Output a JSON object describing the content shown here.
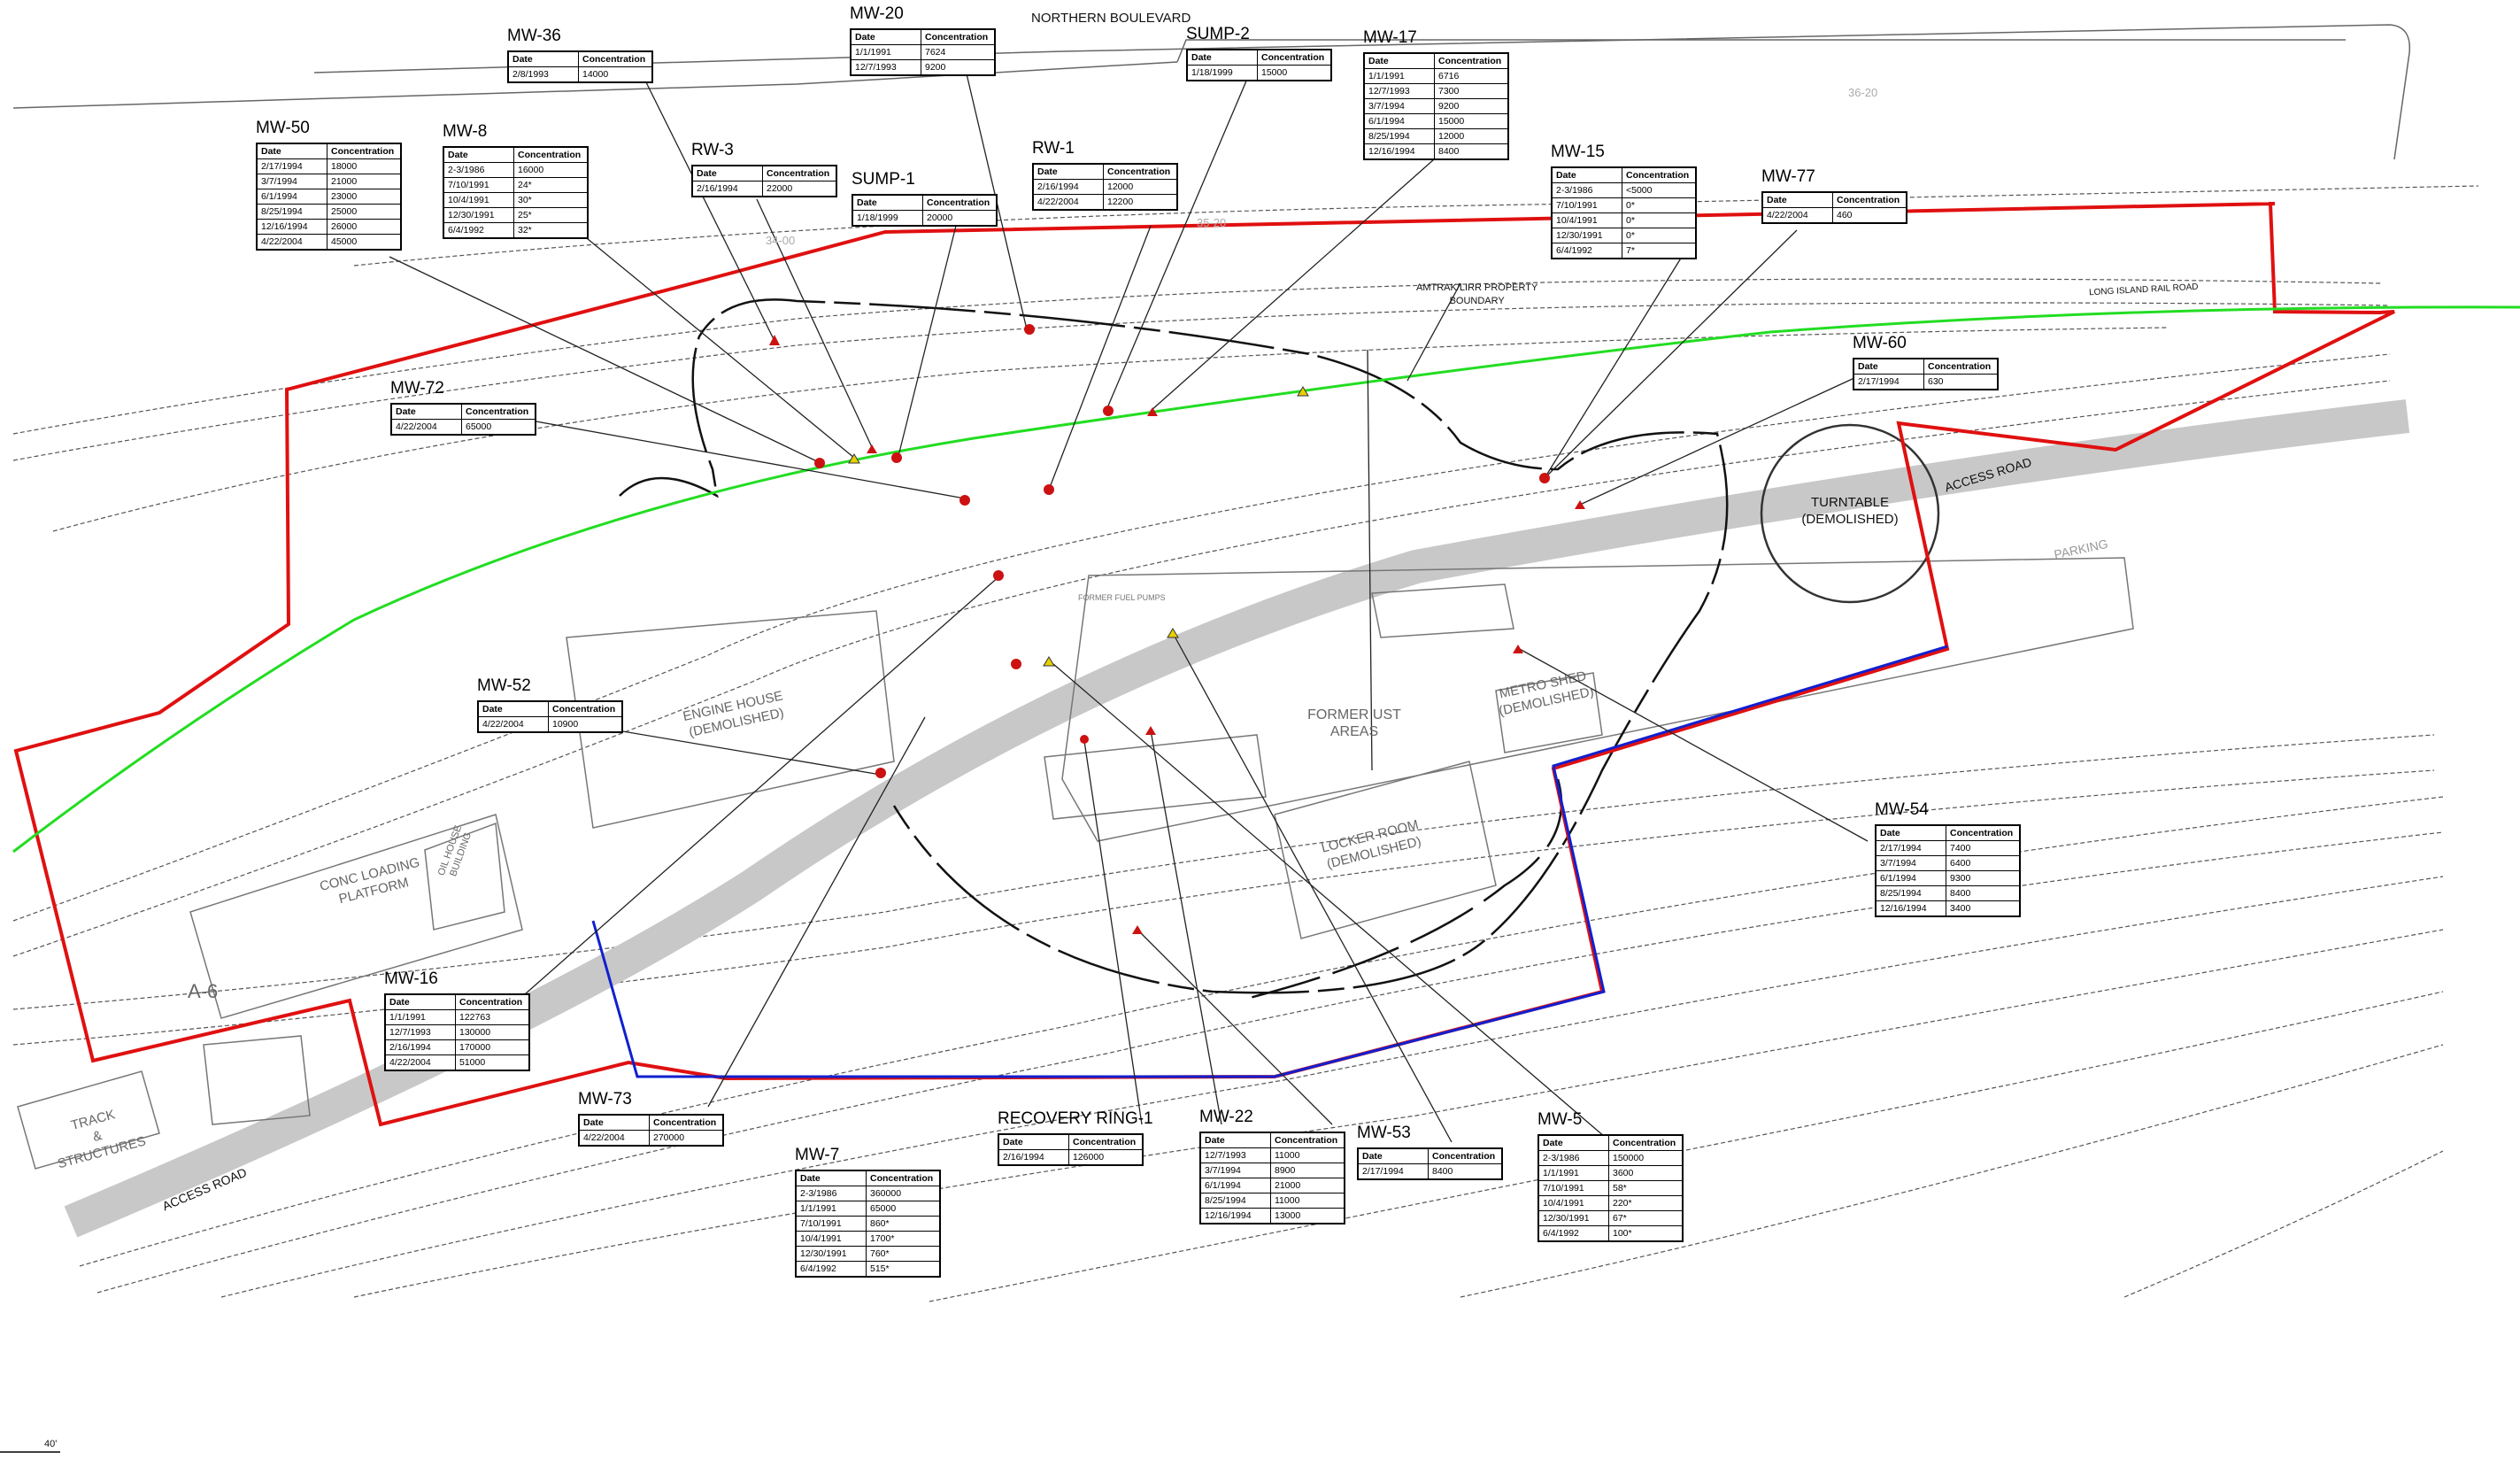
{
  "street_label": "NORTHERN  BOULEVARD",
  "railroad_label": "LONG ISLAND RAIL ROAD",
  "property_boundary_label": [
    "AMTRAK/LIRR PROPERTY",
    "BOUNDARY"
  ],
  "access_road_label": "ACCESS ROAD",
  "parking_label": "PARKING",
  "fuel_pumps_label": "FORMER FUEL PUMPS",
  "scale_label": "40'",
  "structures": {
    "turntable": [
      "TURNTABLE",
      "(DEMOLISHED)"
    ],
    "engine_house": [
      "ENGINE HOUSE",
      "(DEMOLISHED)"
    ],
    "former_ust": [
      "FORMER UST",
      "AREAS"
    ],
    "metro_shed": [
      "METRO SHED",
      "(DEMOLISHED)"
    ],
    "locker_room": [
      "LOCKER ROOM",
      "(DEMOLISHED)"
    ],
    "conc_platform": [
      "CONC LOADING",
      "PLATFORM"
    ],
    "oil_house": [
      "OIL HOUSE",
      "BUILDING"
    ],
    "track_structures": [
      "TRACK",
      "&",
      "STRUCTURES"
    ],
    "grid_a6": "A-6",
    "grid_3400": "34-00",
    "grid_3520": "35-20",
    "grid_3620": "36-20"
  },
  "table_header": {
    "date": "Date",
    "concentration": "Concentration"
  },
  "wells": [
    {
      "id": "MW-36",
      "rows": [
        [
          "2/8/1993",
          "14000"
        ]
      ]
    },
    {
      "id": "MW-20",
      "rows": [
        [
          "1/1/1991",
          "7624"
        ],
        [
          "12/7/1993",
          "9200"
        ]
      ]
    },
    {
      "id": "SUMP-2",
      "rows": [
        [
          "1/18/1999",
          "15000"
        ]
      ]
    },
    {
      "id": "MW-17",
      "rows": [
        [
          "1/1/1991",
          "6716"
        ],
        [
          "12/7/1993",
          "7300"
        ],
        [
          "3/7/1994",
          "9200"
        ],
        [
          "6/1/1994",
          "15000"
        ],
        [
          "8/25/1994",
          "12000"
        ],
        [
          "12/16/1994",
          "8400"
        ]
      ]
    },
    {
      "id": "MW-50",
      "rows": [
        [
          "2/17/1994",
          "18000"
        ],
        [
          "3/7/1994",
          "21000"
        ],
        [
          "6/1/1994",
          "23000"
        ],
        [
          "8/25/1994",
          "25000"
        ],
        [
          "12/16/1994",
          "26000"
        ],
        [
          "4/22/2004",
          "45000"
        ]
      ]
    },
    {
      "id": "MW-8",
      "rows": [
        [
          "2-3/1986",
          "16000"
        ],
        [
          "7/10/1991",
          "24*"
        ],
        [
          "10/4/1991",
          "30*"
        ],
        [
          "12/30/1991",
          "25*"
        ],
        [
          "6/4/1992",
          "32*"
        ]
      ]
    },
    {
      "id": "RW-3",
      "rows": [
        [
          "2/16/1994",
          "22000"
        ]
      ]
    },
    {
      "id": "SUMP-1",
      "rows": [
        [
          "1/18/1999",
          "20000"
        ]
      ]
    },
    {
      "id": "RW-1",
      "rows": [
        [
          "2/16/1994",
          "12000"
        ],
        [
          "4/22/2004",
          "12200"
        ]
      ]
    },
    {
      "id": "MW-15",
      "rows": [
        [
          "2-3/1986",
          "<5000"
        ],
        [
          "7/10/1991",
          "0*"
        ],
        [
          "10/4/1991",
          "0*"
        ],
        [
          "12/30/1991",
          "0*"
        ],
        [
          "6/4/1992",
          "7*"
        ]
      ]
    },
    {
      "id": "MW-77",
      "rows": [
        [
          "4/22/2004",
          "460"
        ]
      ]
    },
    {
      "id": "MW-60",
      "rows": [
        [
          "2/17/1994",
          "630"
        ]
      ]
    },
    {
      "id": "MW-72",
      "rows": [
        [
          "4/22/2004",
          "65000"
        ]
      ]
    },
    {
      "id": "MW-52",
      "rows": [
        [
          "4/22/2004",
          "10900"
        ]
      ]
    },
    {
      "id": "MW-54",
      "rows": [
        [
          "2/17/1994",
          "7400"
        ],
        [
          "3/7/1994",
          "6400"
        ],
        [
          "6/1/1994",
          "9300"
        ],
        [
          "8/25/1994",
          "8400"
        ],
        [
          "12/16/1994",
          "3400"
        ]
      ]
    },
    {
      "id": "MW-16",
      "rows": [
        [
          "1/1/1991",
          "122763"
        ],
        [
          "12/7/1993",
          "130000"
        ],
        [
          "2/16/1994",
          "170000"
        ],
        [
          "4/22/2004",
          "51000"
        ]
      ]
    },
    {
      "id": "MW-73",
      "rows": [
        [
          "4/22/2004",
          "270000"
        ]
      ]
    },
    {
      "id": "RECOVERY RING-1",
      "rows": [
        [
          "2/16/1994",
          "126000"
        ]
      ]
    },
    {
      "id": "MW-7",
      "rows": [
        [
          "2-3/1986",
          "360000"
        ],
        [
          "1/1/1991",
          "65000"
        ],
        [
          "7/10/1991",
          "860*"
        ],
        [
          "10/4/1991",
          "1700*"
        ],
        [
          "12/30/1991",
          "760*"
        ],
        [
          "6/4/1992",
          "515*"
        ]
      ]
    },
    {
      "id": "MW-22",
      "rows": [
        [
          "12/7/1993",
          "11000"
        ],
        [
          "3/7/1994",
          "8900"
        ],
        [
          "6/1/1994",
          "21000"
        ],
        [
          "8/25/1994",
          "11000"
        ],
        [
          "12/16/1994",
          "13000"
        ]
      ]
    },
    {
      "id": "MW-53",
      "rows": [
        [
          "2/17/1994",
          "8400"
        ]
      ]
    },
    {
      "id": "MW-5",
      "rows": [
        [
          "2-3/1986",
          "150000"
        ],
        [
          "1/1/1991",
          "3600"
        ],
        [
          "7/10/1991",
          "58*"
        ],
        [
          "10/4/1991",
          "220*"
        ],
        [
          "12/30/1991",
          "67*"
        ],
        [
          "6/4/1992",
          "100*"
        ]
      ]
    }
  ],
  "colors": {
    "red_boundary": "#e01010",
    "green_boundary": "#22dd22",
    "blue_boundary": "#1020d0",
    "access_road": "#c8c8c8",
    "well_marker": "#cc1111",
    "sump_marker": "#e8d000"
  }
}
